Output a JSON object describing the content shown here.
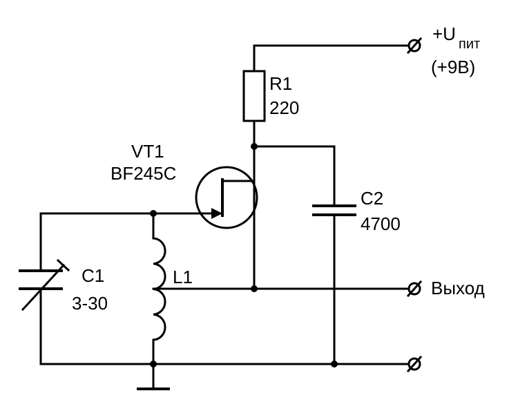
{
  "components": {
    "vt1": {
      "ref": "VT1",
      "value": "BF245C"
    },
    "r1": {
      "ref": "R1",
      "value": "220"
    },
    "c1": {
      "ref": "C1",
      "value": "3-30"
    },
    "c2": {
      "ref": "C2",
      "value": "4700"
    },
    "l1": {
      "ref": "L1"
    }
  },
  "terminals": {
    "supply": {
      "label": "+U",
      "subscript": "пит",
      "voltage": "(+9В)"
    },
    "output": {
      "label": "Выход"
    }
  }
}
